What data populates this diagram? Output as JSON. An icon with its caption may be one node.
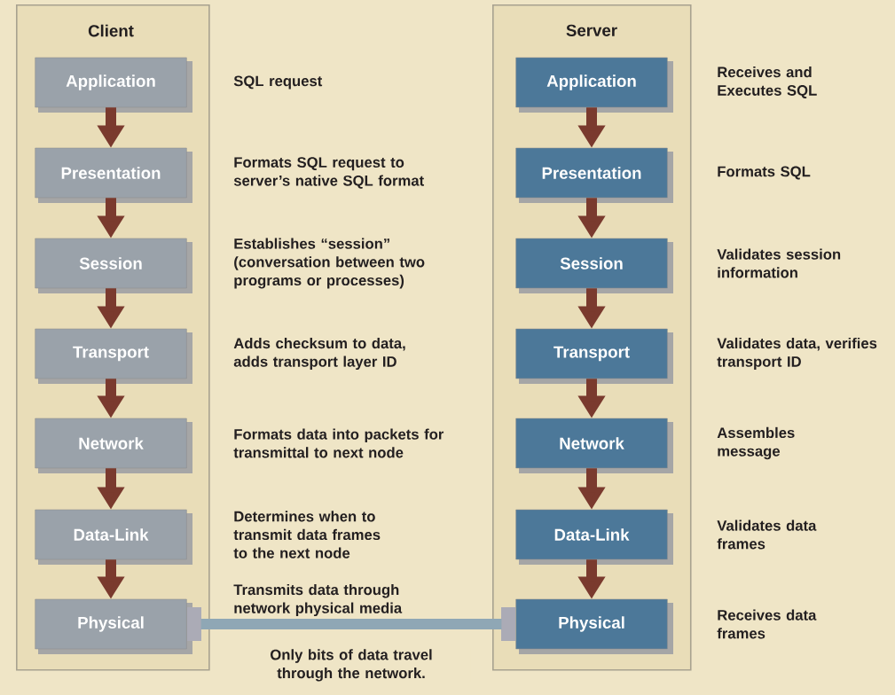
{
  "diagram": {
    "nodes": [
      {
        "text": [
          "Client"
        ]
      },
      {
        "text": [
          "Application"
        ],
        "in": 0,
        "beside": [
          "SQL request"
        ]
      },
      {
        "text": [
          "Presentation"
        ],
        "in": 0,
        "beside": [
          "Formats SQL request to server’s native SQL format"
        ]
      },
      {
        "text": [
          "Session"
        ],
        "in": 0,
        "beside": [
          "Establishes “session” (conversation between two programs or processes)"
        ]
      },
      {
        "text": [
          "Transport"
        ],
        "in": 0,
        "beside": [
          "Adds checksum to data, adds transport layer ID"
        ]
      },
      {
        "text": [
          "Network"
        ],
        "in": 0,
        "beside": [
          "Formats data into packets for transmittal to next node"
        ]
      },
      {
        "text": [
          "Data-Link"
        ],
        "in": 0,
        "beside": [
          "Determines when to transmit data frames to the next node"
        ]
      },
      {
        "text": [
          "Physical"
        ],
        "in": 0,
        "beside": [
          "Transmits data through network physical media"
        ]
      },
      {
        "text": [
          "Server"
        ]
      },
      {
        "text": [
          "Application"
        ],
        "in": 8,
        "beside": [
          "Receives and Executes SQL"
        ]
      },
      {
        "text": [
          "Presentation"
        ],
        "in": 8,
        "beside": [
          "Formats SQL"
        ]
      },
      {
        "text": [
          "Session"
        ],
        "in": 8,
        "beside": [
          "Validates session information"
        ]
      },
      {
        "text": [
          "Transport"
        ],
        "in": 8,
        "beside": [
          "Validates data, verifies transport ID"
        ]
      },
      {
        "text": [
          "Network"
        ],
        "in": 8,
        "beside": [
          "Assembles message"
        ]
      },
      {
        "text": [
          "Data-Link"
        ],
        "in": 8,
        "beside": [
          "Validates data frames"
        ]
      },
      {
        "text": [
          "Physical"
        ],
        "in": 8,
        "beside": [
          "Receives data frames"
        ]
      }
    ],
    "edges": [
      {
        "from": 1,
        "to": 2,
        "arrow": "to"
      },
      {
        "from": 2,
        "to": 3,
        "arrow": "to"
      },
      {
        "from": 3,
        "to": 4,
        "arrow": "to"
      },
      {
        "from": 4,
        "to": 5,
        "arrow": "to"
      },
      {
        "from": 5,
        "to": 6,
        "arrow": "to"
      },
      {
        "from": 6,
        "to": 7,
        "arrow": "to"
      },
      {
        "from": 9,
        "to": 10,
        "arrow": "to"
      },
      {
        "from": 10,
        "to": 11,
        "arrow": "to"
      },
      {
        "from": 11,
        "to": 12,
        "arrow": "to"
      },
      {
        "from": 12,
        "to": 13,
        "arrow": "to"
      },
      {
        "from": 13,
        "to": 14,
        "arrow": "to"
      },
      {
        "from": 14,
        "to": 15,
        "arrow": "to"
      },
      {
        "from": 7,
        "to": 15,
        "arrow": "none",
        "label": "Only bits of data travel through the network.",
        "color": "#8fa7b5"
      }
    ]
  }
}
